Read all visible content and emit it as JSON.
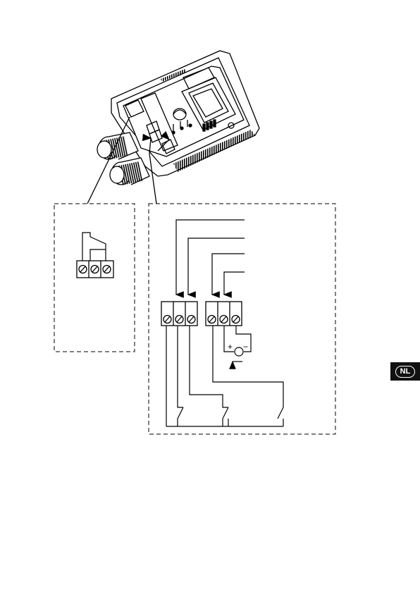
{
  "badge": {
    "language_code": "NL",
    "background": "#111111",
    "text_color": "#ffffff"
  },
  "diagram": {
    "line_color": "#000000",
    "left_terminal_block": {
      "terminals": 3
    },
    "right_terminal_blocks": [
      {
        "terminals": 3
      },
      {
        "terminals": 3
      }
    ],
    "source_polarity": {
      "plus": "+",
      "minus": "−"
    },
    "switches": 3
  }
}
